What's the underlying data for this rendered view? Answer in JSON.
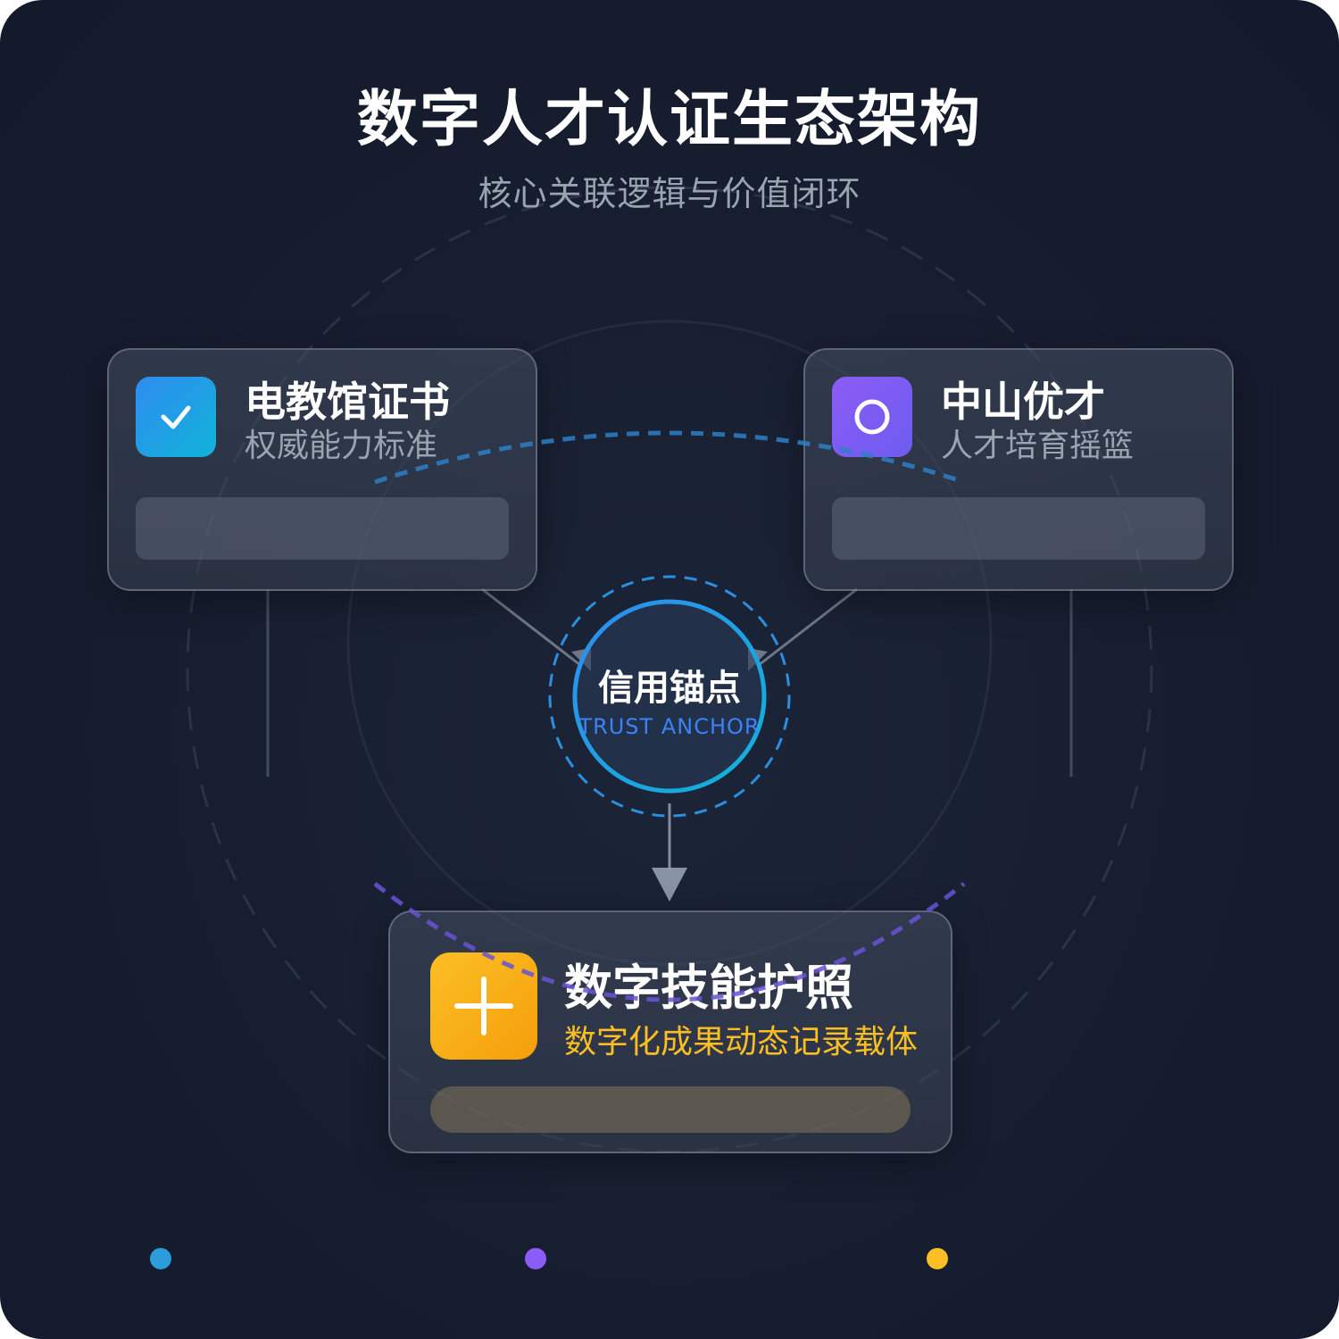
{
  "header": {
    "title": "数字人才认证生态架构",
    "subtitle": "核心关联逻辑与价值闭环"
  },
  "nodes": {
    "left": {
      "title": "电教馆证书",
      "subtitle": "权威能力标准",
      "icon": "check-icon",
      "color": "#2f8cf0"
    },
    "right": {
      "title": "中山优才",
      "subtitle": "人才培育摇篮",
      "icon": "circle-icon",
      "color": "#8b5cf6"
    },
    "bottom": {
      "title": "数字技能护照",
      "subtitle": "数字化成果动态记录载体",
      "icon": "plus-icon",
      "color": "#fbbf24"
    }
  },
  "anchor": {
    "title": "信用锚点",
    "subtitle": "TRUST ANCHOR",
    "color": "#3b82f6"
  },
  "legend_dots": [
    "#2d9cdb",
    "#8b5cf6",
    "#fbbf24"
  ]
}
